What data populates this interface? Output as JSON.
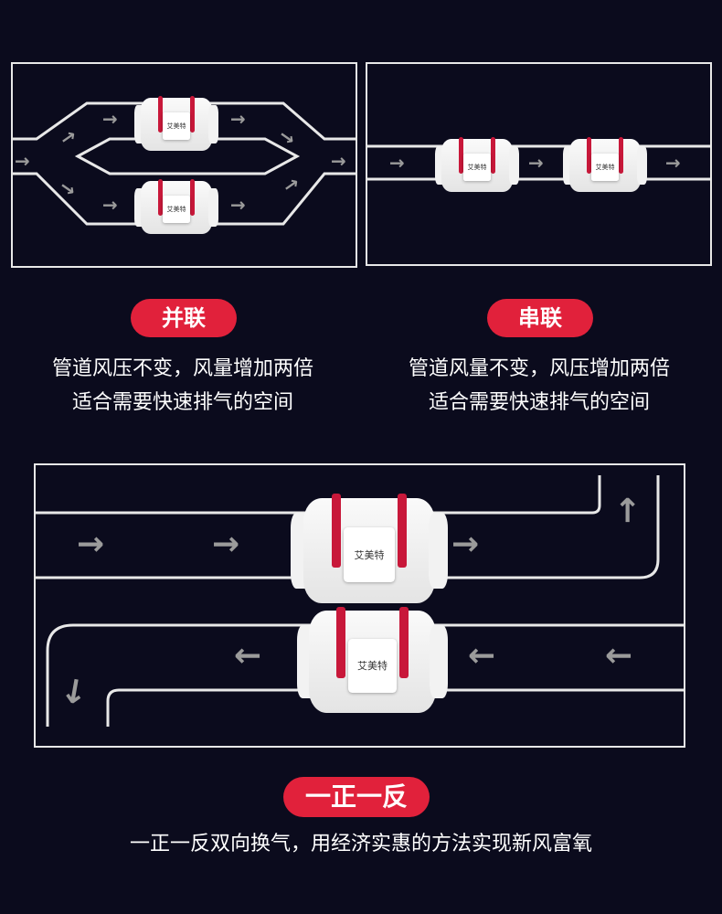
{
  "brand_logo": "艾美特",
  "parallel": {
    "label": "并联",
    "line1": "管道风压不变，风量增加两倍",
    "line2": "适合需要快速排气的空间"
  },
  "series": {
    "label": "串联",
    "line1": "管道风量不变，风压增加两倍",
    "line2": "适合需要快速排气的空间"
  },
  "push_pull": {
    "label": "一正一反",
    "description": "一正一反双向换气，用经济实惠的方法实现新风富氧"
  },
  "icons": {
    "arrow": "→",
    "arrow_left": "←"
  },
  "colors": {
    "background": "#0b0b1d",
    "accent": "#e1213b",
    "pipe": "#e8e8e8",
    "arrow": "#9b9b9b",
    "band": "#c8183a"
  }
}
